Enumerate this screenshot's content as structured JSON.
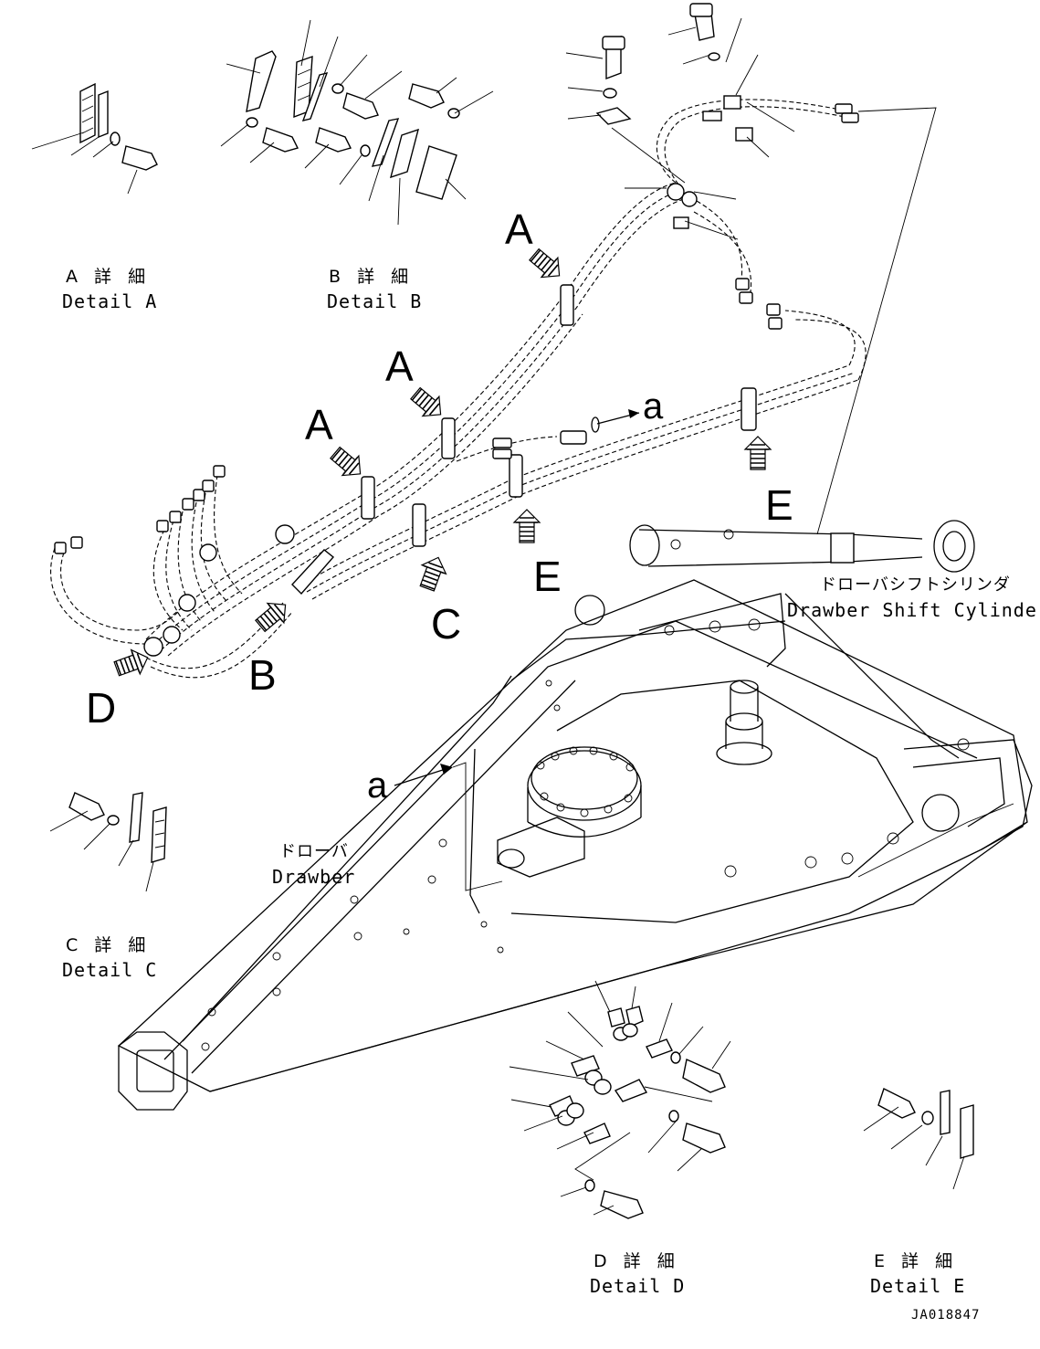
{
  "details": {
    "a": {
      "jp": "A 詳 細",
      "en": "Detail A"
    },
    "b": {
      "jp": "B 詳 細",
      "en": "Detail B"
    },
    "c": {
      "jp": "C 詳 細",
      "en": "Detail C"
    },
    "d": {
      "jp": "D 詳 細",
      "en": "Detail D"
    },
    "e": {
      "jp": "E 詳 細",
      "en": "Detail E"
    }
  },
  "callouts": {
    "a1": "A",
    "a2": "A",
    "a3": "A",
    "b": "B",
    "c": "C",
    "d": "D",
    "e1": "E",
    "e2": "E",
    "arrow_a_top": "a",
    "arrow_a_left": "a"
  },
  "components": {
    "shift_cylinder_jp": "ドローバシフトシリンダ",
    "shift_cylinder_en": "Drawber Shift Cylinder",
    "drawbar_jp": "ドローバ",
    "drawbar_en": "Drawber"
  },
  "drawing_id": "JA018847"
}
